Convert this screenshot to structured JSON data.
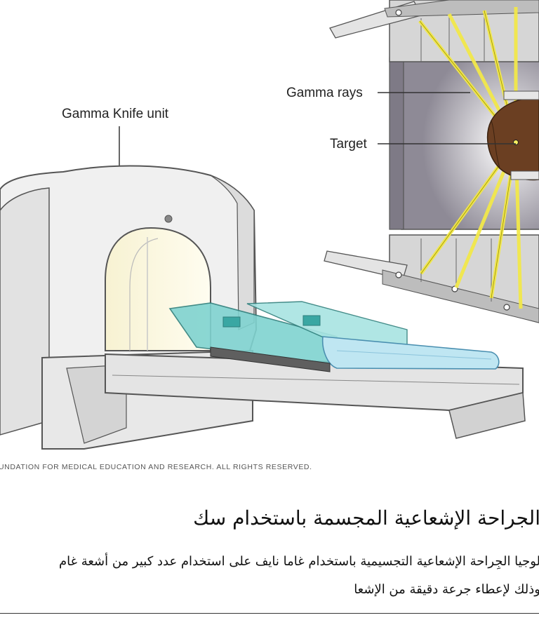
{
  "labels": {
    "gamma_knife_unit": "Gamma Knife unit",
    "gamma_rays": "Gamma rays",
    "target": "Target"
  },
  "copyright": "UNDATION FOR MEDICAL EDUCATION AND RESEARCH. ALL RIGHTS RESERVED.",
  "caption": {
    "title": "الجراحة الإشعاعية المجسمة باستخدام سك",
    "line1": "لوجيا الجِراحة الإشعاعية التجسيمية باستخدام غاما نايف على استخدام عدد كبير من أشعة غام",
    "line2": "وذلك لإعطاء جرعة دقيقة من الإشعا"
  },
  "colors": {
    "machine_body": "#f0f0f0",
    "outline": "#555555",
    "couch_teal": "#7fd3d0",
    "mattress_blue": "#bfe6f2",
    "beam_yellow": "#f2e84a",
    "collimator_gray": "#cfcfcf",
    "patient_skin": "#6b3f22"
  }
}
